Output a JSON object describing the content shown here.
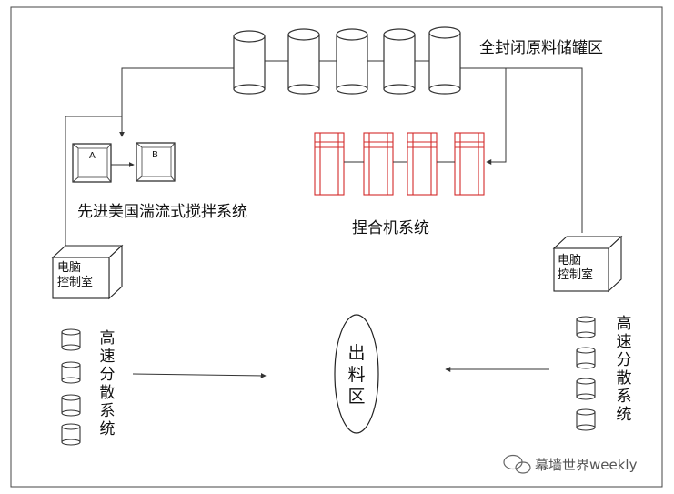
{
  "storage_area_label": "全封闭原料储罐区",
  "mixer_system_label": "先进美国湍流式搅拌系统",
  "mixer_units": [
    {
      "label": "A"
    },
    {
      "label": "B"
    }
  ],
  "kneading_system_label": "捏合机系统",
  "control_room_left": {
    "line1": "电脑",
    "line2": "控制室"
  },
  "control_room_right": {
    "line1": "电脑",
    "line2": "控制室"
  },
  "dispersion_left_label": "高速分散系统",
  "dispersion_right_label": "高速分散系统",
  "output_area_label": "出料区",
  "watermark": "幕墙世界weekly",
  "colors": {
    "kneader": "#d32a2a",
    "line": "#333333",
    "border": "#444444"
  }
}
